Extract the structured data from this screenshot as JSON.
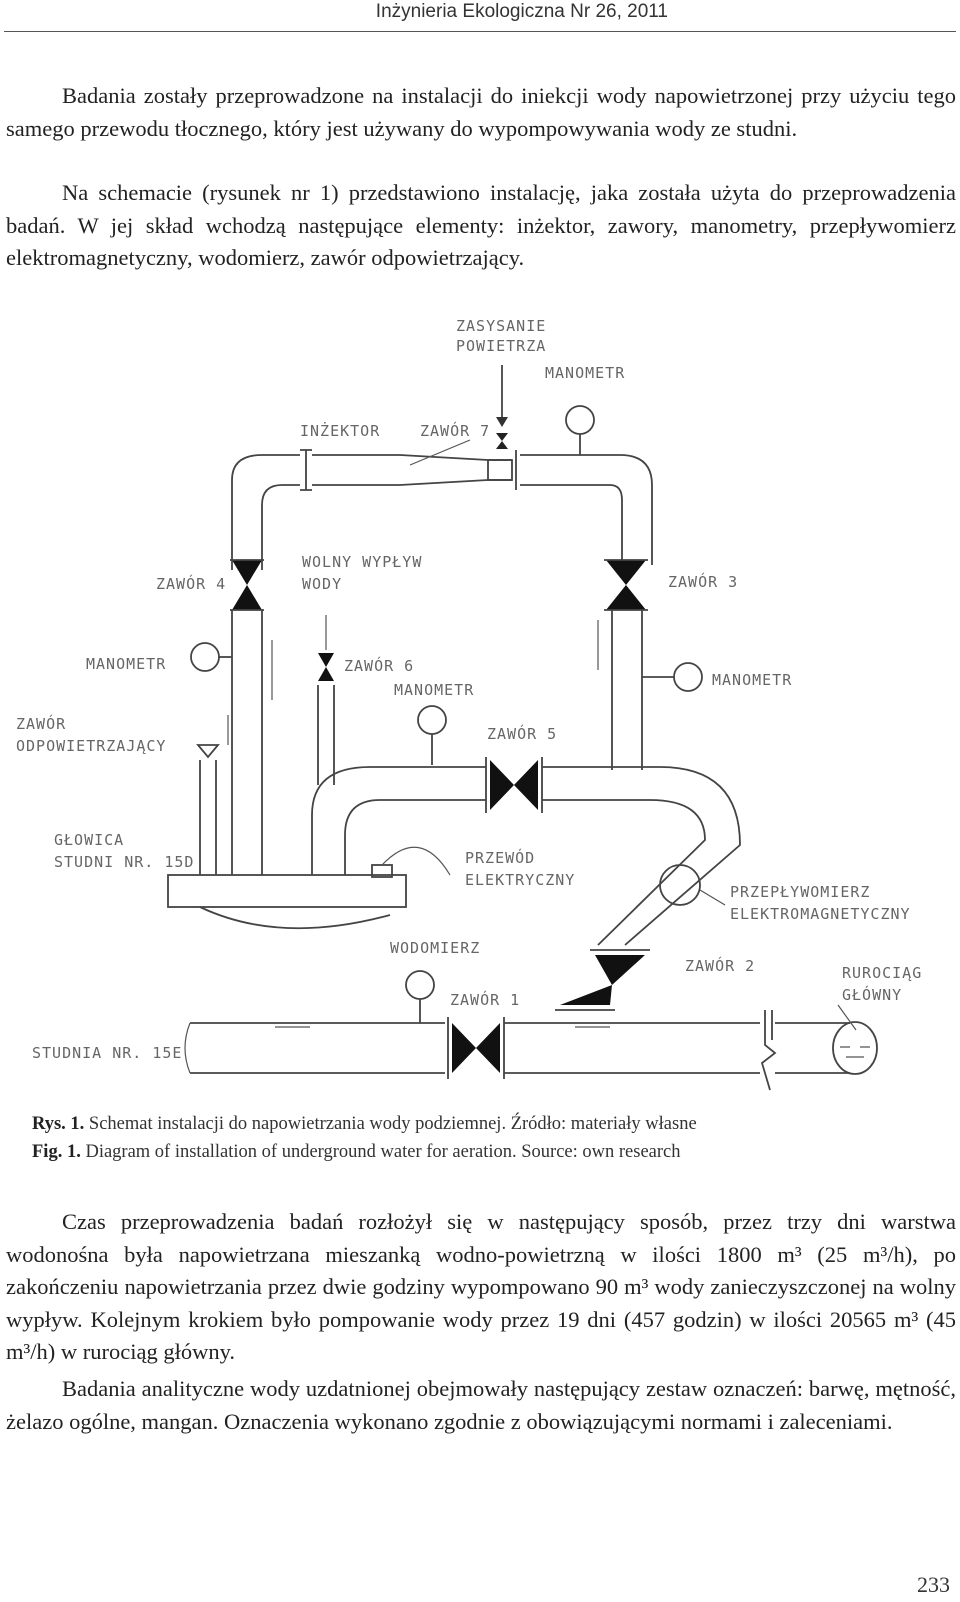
{
  "header": {
    "journal": "Inżynieria Ekologiczna Nr 26, 2011"
  },
  "paragraphs": {
    "p1": "Badania zostały przeprowadzone na instalacji do iniekcji wody napowietrzonej przy użyciu tego samego przewodu tłocznego, który jest używany do wypompowywania wody ze studni.",
    "p2": "Na schemacie (rysunek nr 1) przedstawiono instalację, jaka została użyta do przeprowadzenia badań. W jej skład wchodzą następujące elementy: inżektor, zawory, manometry, przepływomierz elektromagnetyczny, wodomierz, zawór odpowietrzający.",
    "p3": "Czas przeprowadzenia badań rozłożył się w następujący sposób, przez trzy dni warstwa wodonośna była napowietrzana mieszanką wodno-powietrzną w ilości 1800 m³ (25 m³/h), po zakończeniu napowietrzania przez dwie godziny wypompowano 90 m³ wody zanieczyszczonej na wolny wypływ. Kolejnym krokiem było pompowanie wody przez 19 dni (457 godzin) w ilości 20565 m³ (45 m³/h) w rurociąg główny.",
    "p4": "Badania analityczne wody uzdatnionej obejmowały następujący zestaw oznaczeń: barwę, mętność, żelazo ogólne, mangan. Oznaczenia wykonano zgodnie z obowiązującymi normami i zaleceniami."
  },
  "figure": {
    "labels": {
      "zasysanie1": "ZASYSANIE",
      "zasysanie2": "POWIETRZA",
      "manometr_top": "MANOMETR",
      "inzektor": "INŻEKTOR",
      "zawor7": "ZAWÓR 7",
      "zawor4": "ZAWÓR 4",
      "wolny1": "WOLNY WYPŁYW",
      "wolny2": "WODY",
      "zawor3": "ZAWÓR 3",
      "manometr_left": "MANOMETR",
      "zawor6": "ZAWÓR 6",
      "manometr_mid": "MANOMETR",
      "manometr_right": "MANOMETR",
      "odpow1": "ZAWÓR",
      "odpow2": "ODPOWIETRZAJĄCY",
      "zawor5": "ZAWÓR 5",
      "glowica1": "GŁOWICA",
      "glowica2": "STUDNI NR. 15D",
      "przewod1": "PRZEWÓD",
      "przewod2": "ELEKTRYCZNY",
      "przeplyw1": "PRZEPŁYWOMIERZ",
      "przeplyw2": "ELEKTROMAGNETYCZNY",
      "wodomierz": "WODOMIERZ",
      "zawor2": "ZAWÓR 2",
      "rurociag1": "RUROCIĄG",
      "rurociag2": "GŁÓWNY",
      "zawor1": "ZAWÓR 1",
      "studnia": "STUDNIA NR. 15E"
    }
  },
  "captions": {
    "rys_label": "Rys. 1.",
    "rys_text": " Schemat instalacji do napowietrzania wody podziemnej. Źródło: materiały własne",
    "fig_label": "Fig. 1.",
    "fig_text": " Diagram of installation of underground water for aeration. Source: own research"
  },
  "page_number": "233"
}
